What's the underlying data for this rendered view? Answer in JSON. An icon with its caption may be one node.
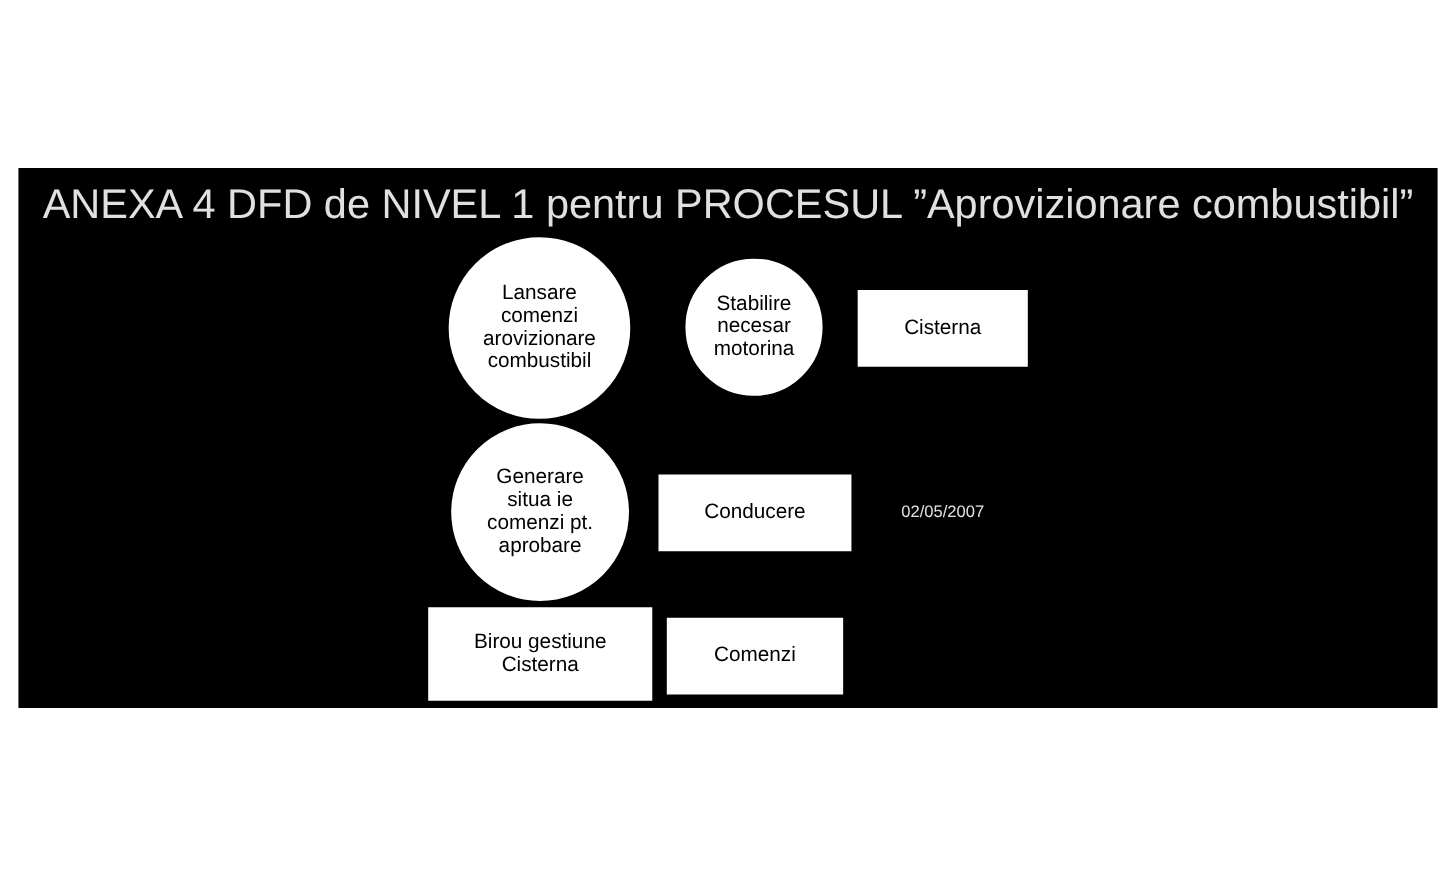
{
  "diagram": {
    "title": "ANEXA 4 DFD de NIVEL 1 pentru PROCESUL ”Aprovizionare combustibil”",
    "nodes": [
      {
        "text": [
          "Cisterna"
        ]
      },
      {
        "text": [
          "Stabilire necesar motorina"
        ]
      },
      {
        "text": [
          "Birou gestiune Cisterna"
        ]
      },
      {
        "text": [
          "Lansare comenzi arovizionare combustibil"
        ]
      },
      {
        "text": [
          "Comenzi"
        ]
      },
      {
        "text": [
          "Generare situa ie comenzi pt. aprobare"
        ]
      },
      {
        "text": [
          "Conducere"
        ]
      }
    ],
    "edges": [],
    "labels": [
      "02/05/2007"
    ]
  }
}
